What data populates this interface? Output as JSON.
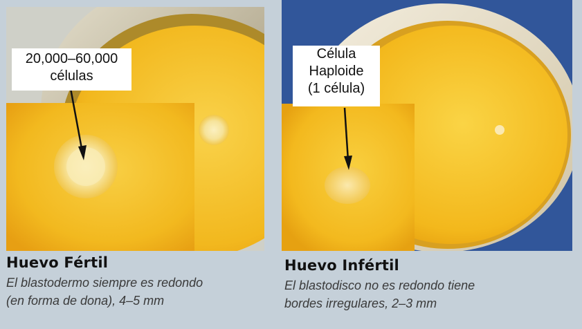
{
  "fertile": {
    "callout_line1": "20,000–60,000",
    "callout_line2": "células",
    "title": "Huevo Fértil",
    "description_line1": "El blastodermo siempre es redondo",
    "description_line2": "(en forma de dona), 4–5 mm"
  },
  "infertile": {
    "callout_line1": "Célula",
    "callout_line2": "Haploide",
    "callout_line3": "(1 célula)",
    "title": "Huevo Infértil",
    "description_line1": "El blastodisco no es redondo tiene",
    "description_line2": "bordes irregulares, 2–3 mm"
  },
  "colors": {
    "yolk": "#f2b81e",
    "yolk_light": "#f7cc3c",
    "background": "#c5d0d9",
    "plate_blue": "#2a4a8c",
    "text": "#111111"
  }
}
